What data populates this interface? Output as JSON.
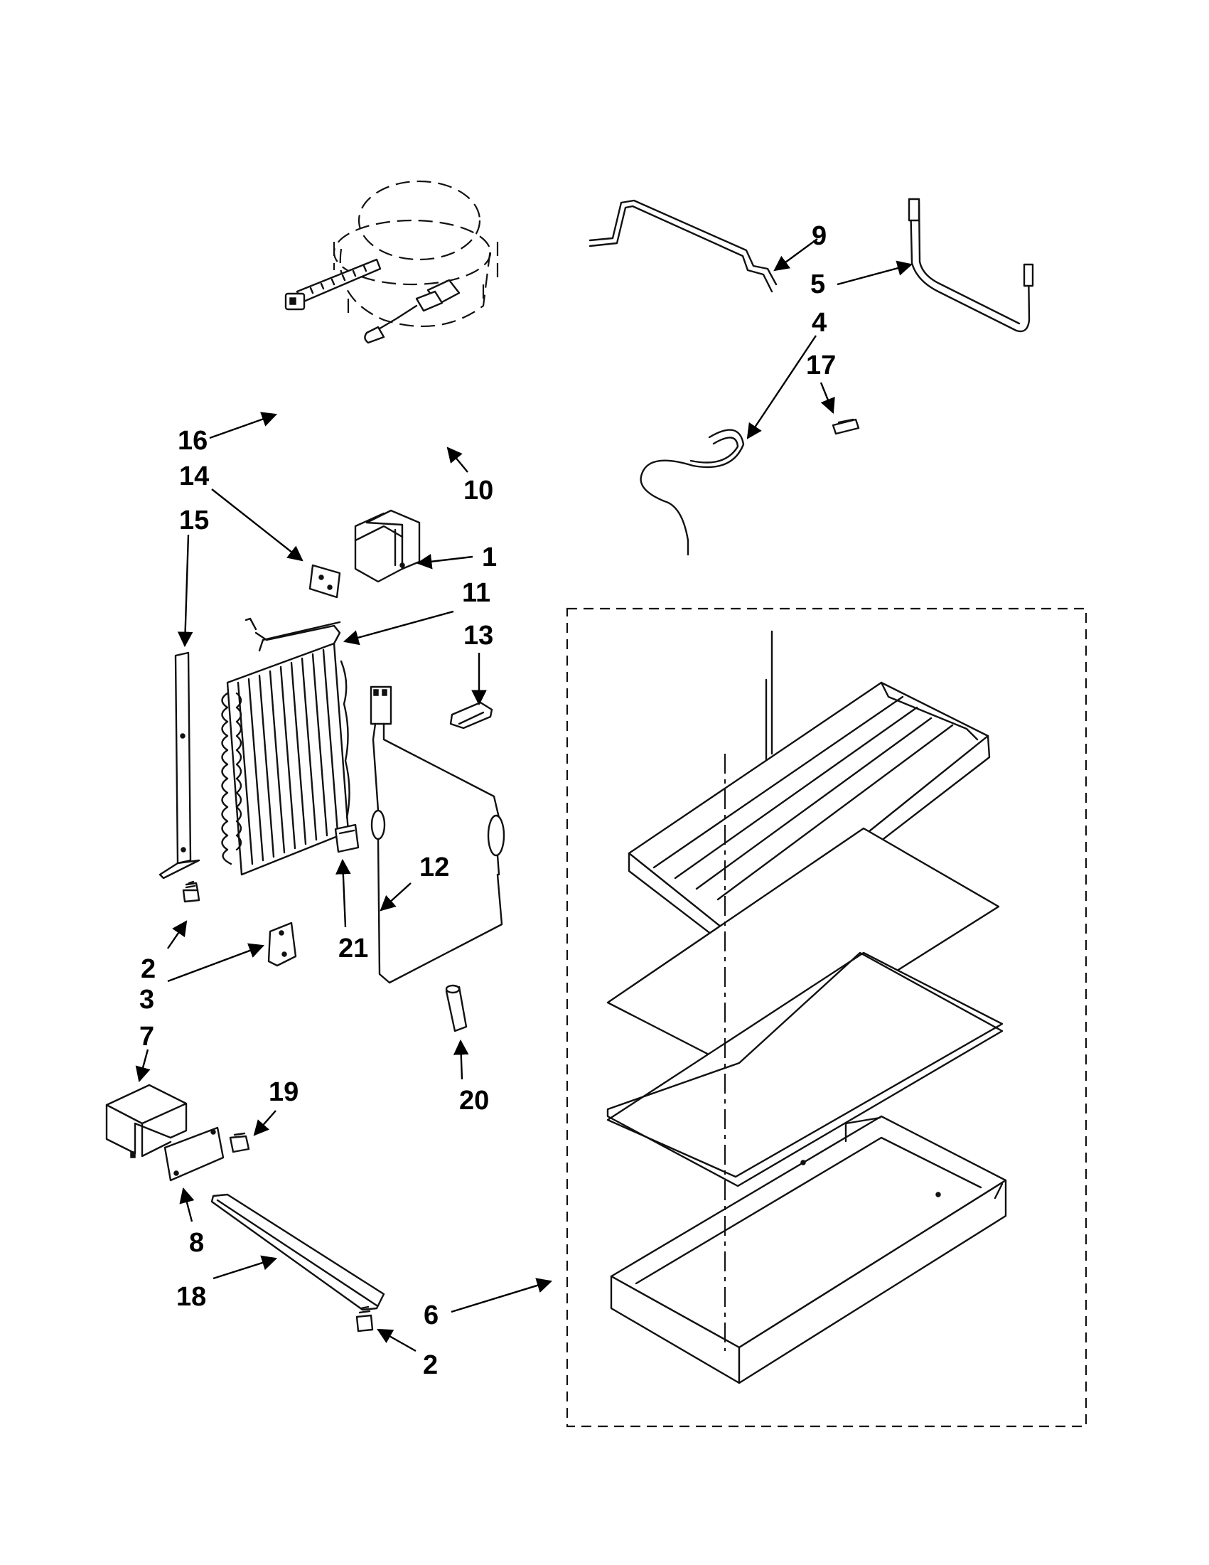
{
  "callouts": {
    "c1": "1",
    "c2a": "2",
    "c2b": "2",
    "c3": "3",
    "c4": "4",
    "c5": "5",
    "c6": "6",
    "c7": "7",
    "c8": "8",
    "c9": "9",
    "c10": "10",
    "c11": "11",
    "c12": "12",
    "c13": "13",
    "c14": "14",
    "c15": "15",
    "c16": "16",
    "c17": "17",
    "c18": "18",
    "c19": "19",
    "c20": "20",
    "c21": "21"
  }
}
